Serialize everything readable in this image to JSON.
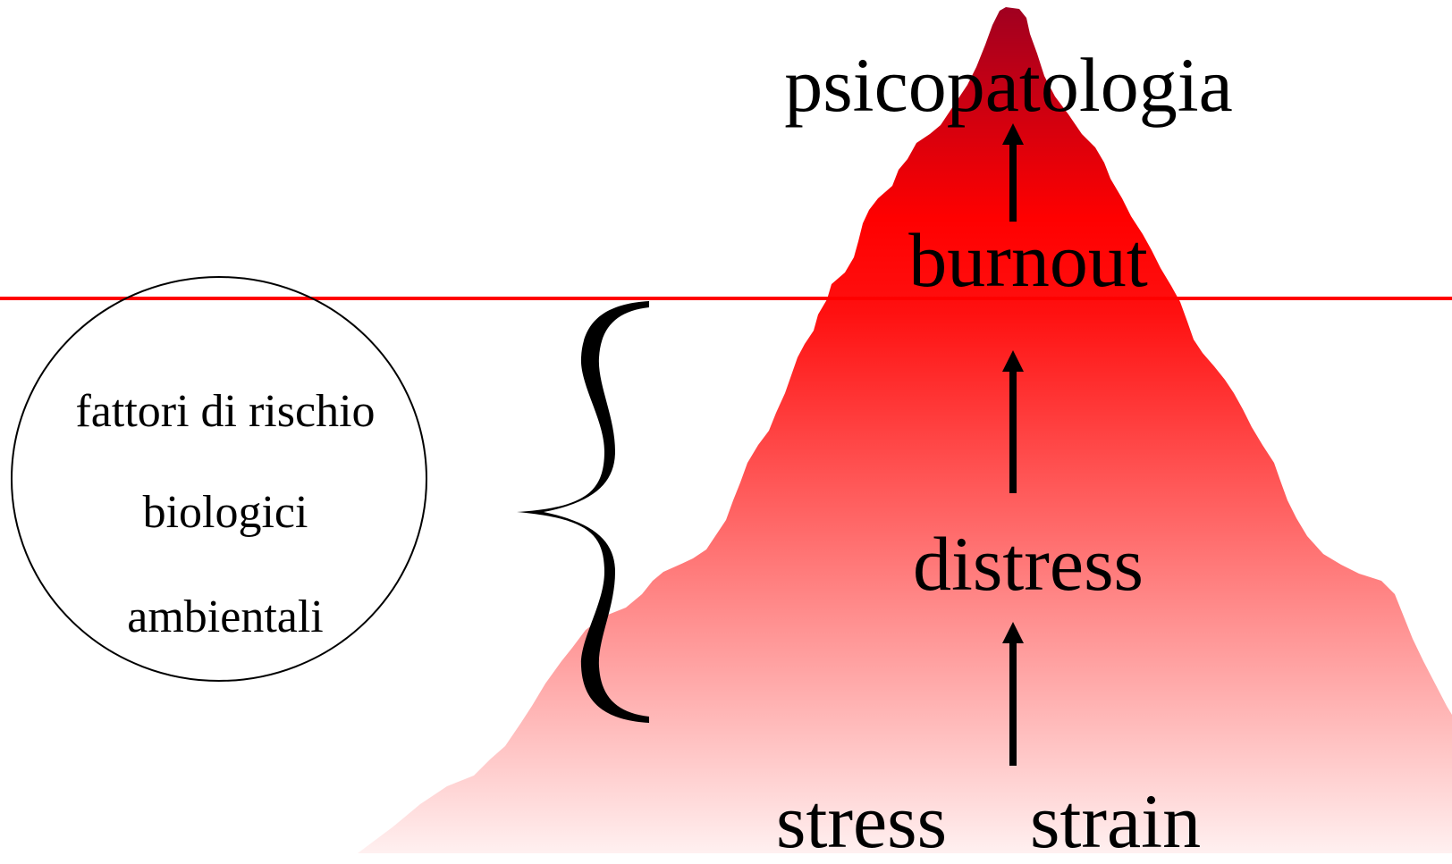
{
  "stages": {
    "top": "psicopatologia",
    "upper": "burnout",
    "middle": "distress",
    "base_left": "stress",
    "base_right": "strain"
  },
  "risk_factors": {
    "title": "fattori di rischio",
    "item_1": "biologici",
    "item_2": "ambientali"
  },
  "colors": {
    "iceberg_top": "#a00020",
    "iceberg_mid": "#ff0000",
    "iceberg_bottom": "#fff0f0",
    "waterline": "#ff0000",
    "text": "#000000"
  }
}
